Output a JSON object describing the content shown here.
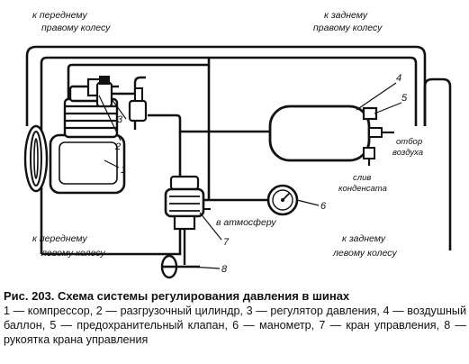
{
  "labels": {
    "front_right": [
      "к переднему",
      "правому колесу"
    ],
    "rear_right": [
      "к заднему",
      "правому колесу"
    ],
    "front_left": [
      "к переднему",
      "левому колесу"
    ],
    "rear_left": [
      "к заднему",
      "левому колесу"
    ],
    "air_outlet": [
      "отбор",
      "воздуха"
    ],
    "drain": [
      "слив",
      "конденсата"
    ],
    "atmosphere": "в атмосферу"
  },
  "numbers": [
    "1",
    "2",
    "3",
    "4",
    "5",
    "6",
    "7",
    "8"
  ],
  "caption": {
    "title": "Рис. 203. Схема системы регулирования давления в шинах",
    "body": "1 — компрессор, 2 — разгрузочный цилиндр, 3 — регулятор давления, 4 — воздушный баллон, 5 — предохранительный клапан, 6 — манометр, 7 — кран управления, 8 — рукоятка крана управления"
  }
}
